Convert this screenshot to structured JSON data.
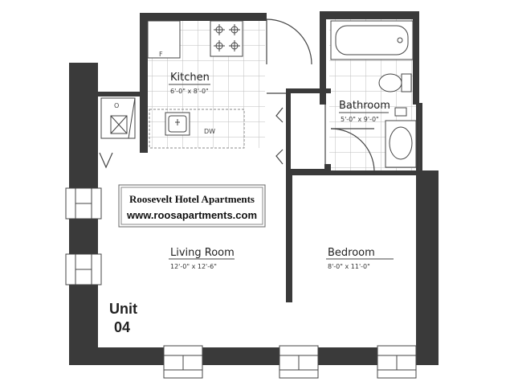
{
  "banner": {
    "title": "Roosevelt Hotel Apartments",
    "url": "www.roosapartments.com"
  },
  "unit": {
    "label": "Unit",
    "number": "04"
  },
  "rooms": {
    "kitchen": {
      "name": "Kitchen",
      "dims": "6'-0\" x 8'-0\""
    },
    "bathroom": {
      "name": "Bathroom",
      "dims": "5'-0\" x 9'-0\""
    },
    "living": {
      "name": "Living Room",
      "dims": "12'-0\" x 12'-6\""
    },
    "bedroom": {
      "name": "Bedroom",
      "dims": "8'-0\" x 11'-0\""
    }
  },
  "fixtures": {
    "fridge_label": "F",
    "dishwasher_label": "DW",
    "closet_label": "O"
  },
  "colors": {
    "wall": "#3a3a3a",
    "tile": "#bdbdbd",
    "line": "#444444"
  }
}
